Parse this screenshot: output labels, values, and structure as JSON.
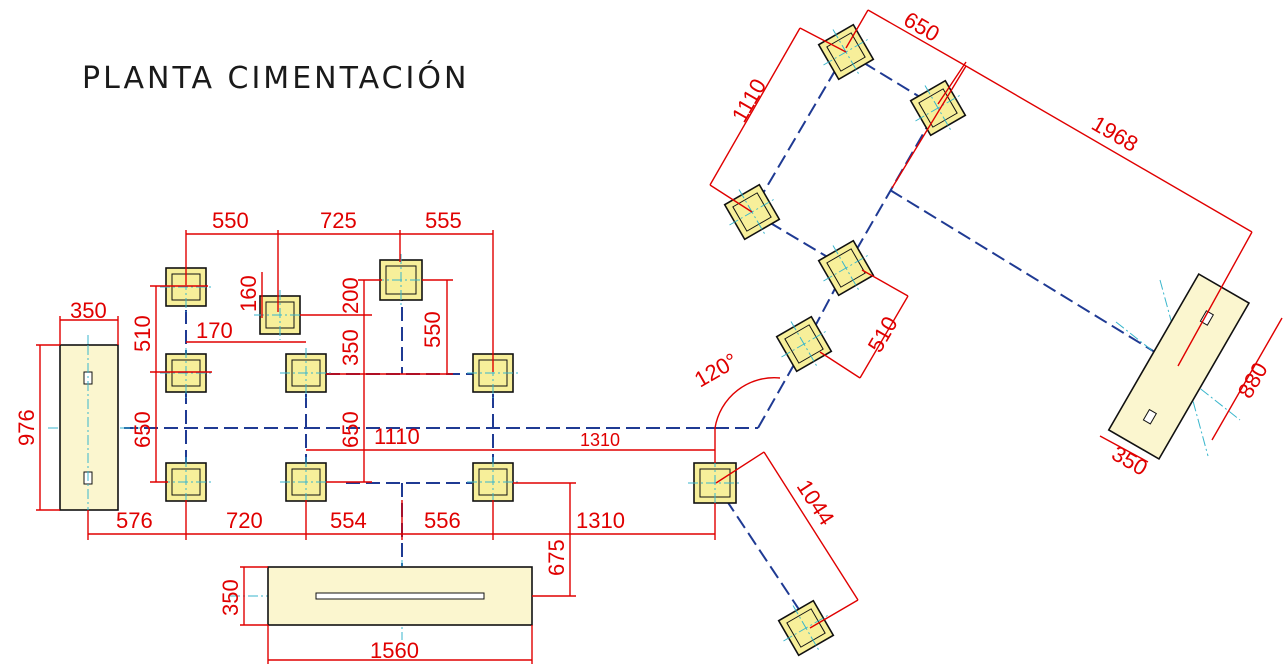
{
  "title": "PLANTA CIMENTACIÓN",
  "dimensions": {
    "d550_top": "550",
    "d725": "725",
    "d555": "555",
    "d160": "160",
    "d200": "200",
    "d170": "170",
    "d510_left": "510",
    "d350_left": "350",
    "d350_mid": "350",
    "d550_right": "550",
    "d650_left": "650",
    "d650_mid": "650",
    "d976": "976",
    "d1110_mid": "1110",
    "d1310_mid": "1310",
    "d576": "576",
    "d720": "720",
    "d554": "554",
    "d556": "556",
    "d1310_bot": "1310",
    "d675": "675",
    "d350_slab": "350",
    "d1560": "1560",
    "d120": "120°",
    "d510_right": "510",
    "d1044": "1044",
    "d1110_top": "1110",
    "d650_top": "650",
    "d1968": "1968",
    "d880": "880",
    "d350_right": "350"
  },
  "colors": {
    "dimension": "#e00000",
    "beam": "#1f3a93",
    "axis": "#39b6cc",
    "footing_fill": "#f7ef9a",
    "outline": "#111111"
  }
}
